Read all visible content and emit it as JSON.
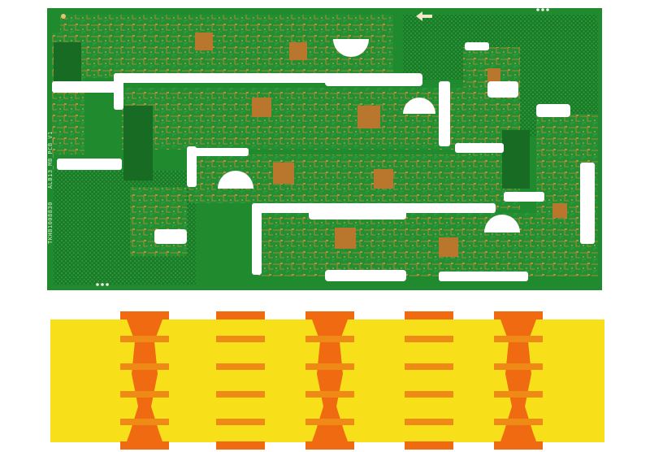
{
  "pcb_board": {
    "silkscreen_text": "TKHB1008830",
    "silkscreen_text_2": "ALB13_MB_PCB_V1",
    "colors": {
      "solder_mask": "#1f8a2e",
      "solder_mask_dark": "#176b22",
      "copper": "#c88a3a",
      "cutout": "#ffffff"
    }
  },
  "flex_strip": {
    "colors": {
      "substrate": "#f7e01a",
      "trace": "#f08a16",
      "pad": "#ef6a10"
    },
    "pad_column_count": 5
  }
}
